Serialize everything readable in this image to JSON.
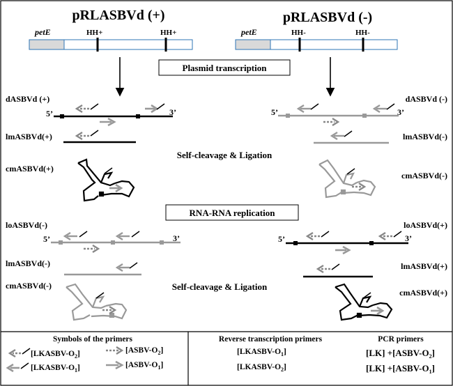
{
  "plasmids": {
    "left": {
      "title": "pRLASBVd (+)",
      "promoter": "petE",
      "site1": "HH+",
      "site2": "HH+"
    },
    "right": {
      "title": "pRLASBVd (-)",
      "promoter": "petE",
      "site1": "HH-",
      "site2": "HH-"
    }
  },
  "steps": {
    "transcription": "Plasmid transcription",
    "replication": "RNA-RNA replication",
    "cleavage_top": "Self-cleavage & Ligation",
    "cleavage_bottom": "Self-cleavage & Ligation"
  },
  "strand_ends": {
    "five": "5’",
    "three": "3’"
  },
  "species_left": {
    "d": "dASBVd (+)",
    "lm": "lmASBVd(+)",
    "cm": "cmASBVd(+)",
    "lo": "loASBVd(-)",
    "lm2": "lmASBVd(-)",
    "cm2": "cmASBVd(-)"
  },
  "species_right": {
    "d": "dASBVd (-)",
    "lm": "lmASBVd(-)",
    "cm": "cmASBVd(-)",
    "lo": "loASBVd(+)",
    "lm2": "lmASBVd(+)",
    "cm2": "cmASBVd(+)"
  },
  "legend": {
    "symbols_header": "Symbols of the primers",
    "p1_main": "[LKASBV-O",
    "p1_sub": "2",
    "p2_main": "[ASBV-O",
    "p2_sub": "2",
    "p3_main": "[LKASBV-O",
    "p3_sub": "1",
    "p4_main": "[ASBV-O",
    "p4_sub": "1",
    "close": "]",
    "rt_header": "Reverse transcription primers",
    "rt1_main": "[LKASBV-O",
    "rt1_sub": "1",
    "rt2_main": "[LKASBV-O",
    "rt2_sub": "2",
    "pcr_header": "PCR primers",
    "pcr1_main": "[LK] +[ASBV-O",
    "pcr1_sub": "2",
    "pcr2_main": "[LK] +[ASBV-O",
    "pcr2_sub": "1"
  },
  "colors": {
    "black": "#000000",
    "gray": "#999999",
    "promoter_fill": "#d9d9d9",
    "plasmid_stroke": "#2e75b6"
  }
}
